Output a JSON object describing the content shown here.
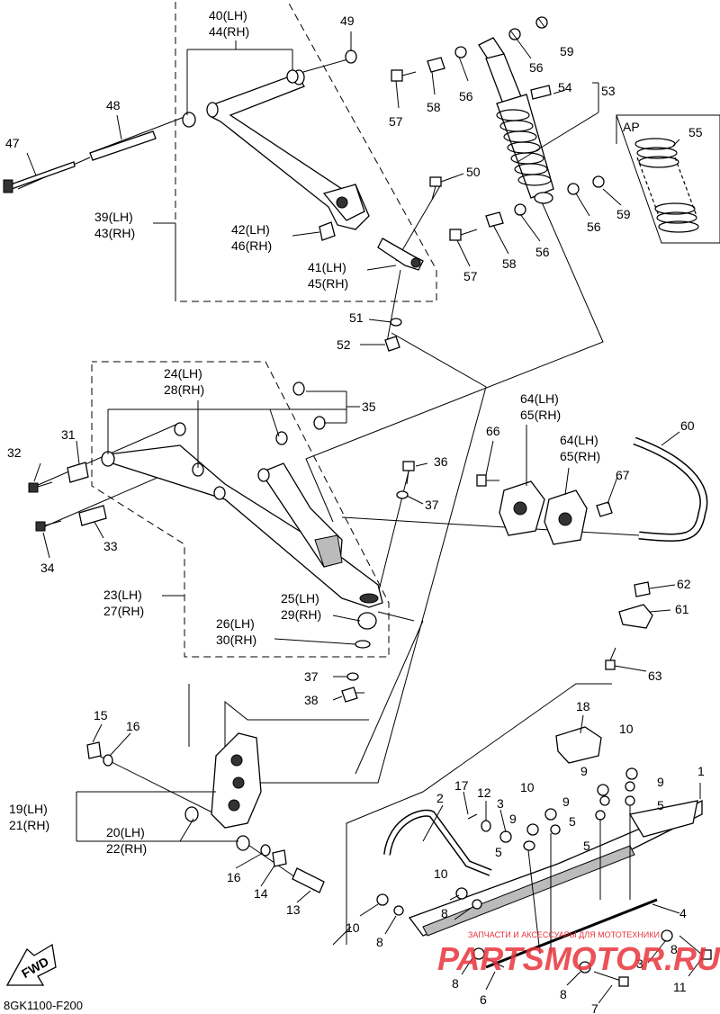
{
  "labels": {
    "p1": "1",
    "p2": "2",
    "p3a": "3",
    "p3b": "3",
    "p4": "4",
    "p5a": "5",
    "p5b": "5",
    "p5c": "5",
    "p5d": "5",
    "p6": "6",
    "p7": "7",
    "p8a": "8",
    "p8b": "8",
    "p8c": "8",
    "p8d": "8",
    "p8e": "8",
    "p9a": "9",
    "p9b": "9",
    "p9c": "9",
    "p9d": "9",
    "p10a": "10",
    "p10b": "10",
    "p10c": "10",
    "p10d": "10",
    "p11": "11",
    "p12": "12",
    "p13": "13",
    "p14": "14",
    "p15": "15",
    "p16a": "16",
    "p16b": "16",
    "p17": "17",
    "p18": "18",
    "p19": "19(LH)",
    "p21": "21(RH)",
    "p20": "20(LH)",
    "p22": "22(RH)",
    "p23": "23(LH)",
    "p27": "27(RH)",
    "p24": "24(LH)",
    "p28": "28(RH)",
    "p25": "25(LH)",
    "p29": "29(RH)",
    "p26": "26(LH)",
    "p30": "30(RH)",
    "p31": "31",
    "p32": "32",
    "p33": "33",
    "p34": "34",
    "p35": "35",
    "p36": "36",
    "p37a": "37",
    "p37b": "37",
    "p38": "38",
    "p39": "39(LH)",
    "p43": "43(RH)",
    "p40": "40(LH)",
    "p44": "44(RH)",
    "p41": "41(LH)",
    "p45": "45(RH)",
    "p42": "42(LH)",
    "p46": "46(RH)",
    "p47": "47",
    "p48": "48",
    "p49": "49",
    "p50": "50",
    "p51": "51",
    "p52": "52",
    "p53": "53",
    "p54": "54",
    "p55": "55",
    "p56a": "56",
    "p56b": "56",
    "p56c": "56",
    "p56d": "56",
    "p57a": "57",
    "p57b": "57",
    "p58a": "58",
    "p58b": "58",
    "p59a": "59",
    "p59b": "59",
    "p60": "60",
    "p61": "61",
    "p62": "62",
    "p63": "63",
    "p64a": "64(LH)",
    "p65a": "65(RH)",
    "p64b": "64(LH)",
    "p65b": "65(RH)",
    "p66": "66",
    "p67": "67",
    "ap": "AP",
    "fwd": "FWD",
    "code": "8GK1100-F200",
    "watermark_small": "ЗАПЧАСТИ И АКСЕССУАРЫ ДЛЯ МОТОТЕХНИКИ",
    "watermark_big": "PARTSMOTOR.RU"
  },
  "colors": {
    "ink": "#000000",
    "background": "#ffffff",
    "watermark": "#e8343c"
  }
}
